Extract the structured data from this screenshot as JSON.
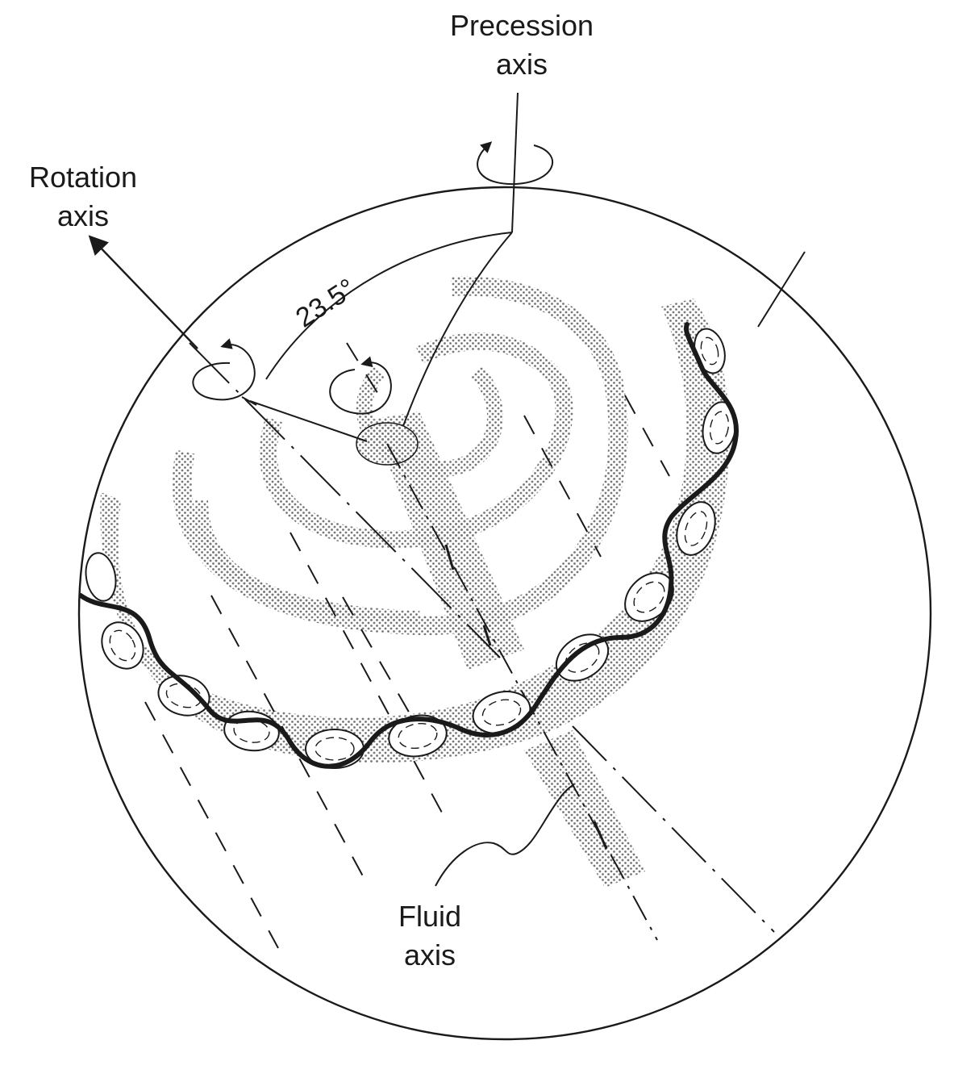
{
  "colors": {
    "ink": "#1a1a1a",
    "stipple": "#8a8a8a",
    "background": "#ffffff"
  },
  "labels": {
    "precession": {
      "line1": "Precession",
      "line2": "axis"
    },
    "rotation": {
      "line1": "Rotation",
      "line2": "axis"
    },
    "fluid": {
      "line1": "Fluid",
      "line2": "axis"
    },
    "angle": "23.5°"
  }
}
